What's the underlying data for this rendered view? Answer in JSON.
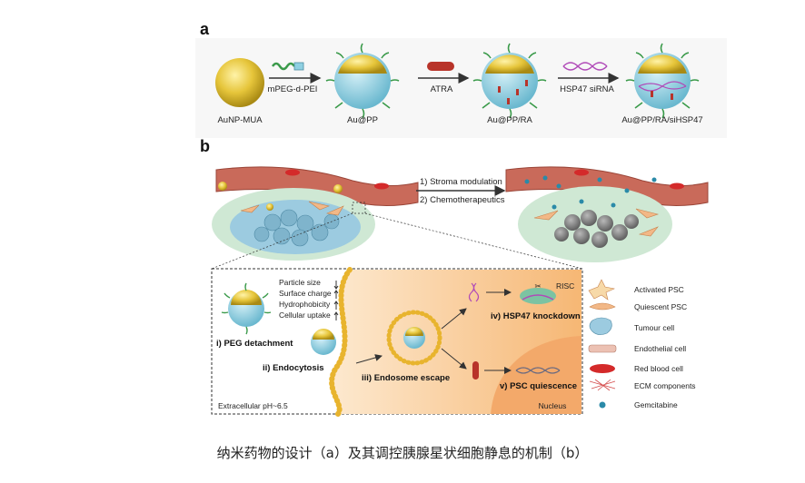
{
  "panel_a": {
    "label": "a",
    "particles": [
      "AuNP-MUA",
      "Au@PP",
      "Au@PP/RA",
      "Au@PP/RA/siHSP47"
    ],
    "arrows": [
      "mPEG-d-PEI",
      "ATRA",
      "HSP47 siRNA"
    ]
  },
  "panel_b": {
    "label": "b",
    "steps": [
      "1) Stroma modulation",
      "2) Chemotherapeutics"
    ],
    "properties": [
      "Particle size",
      "Surface charge",
      "Hydrophobicity",
      "Cellular uptake"
    ],
    "stages": [
      "i) PEG detachment",
      "ii) Endocytosis",
      "iii) Endosome escape",
      "iv) HSP47 knockdown",
      "v) PSC quiescence"
    ],
    "risc": "RISC",
    "nucleus": "Nucleus",
    "extracellular": "Extracellular pH~6.5",
    "legend": [
      "Activated PSC",
      "Quiescent PSC",
      "Tumour cell",
      "Endothelial cell",
      "Red blood cell",
      "ECM components",
      "Gemcitabine"
    ]
  },
  "caption": "纳米药物的设计（a）及其调控胰腺星状细胞静息的机制（b）",
  "colors": {
    "gold": "#e6c53a",
    "shell": "#8fd0e2",
    "vessel": "#c96a5a",
    "rbc": "#d42a2a",
    "tumour": "#9ccbe0",
    "orange_bg": "#f7c98f",
    "linker": "#3a9a4a"
  }
}
